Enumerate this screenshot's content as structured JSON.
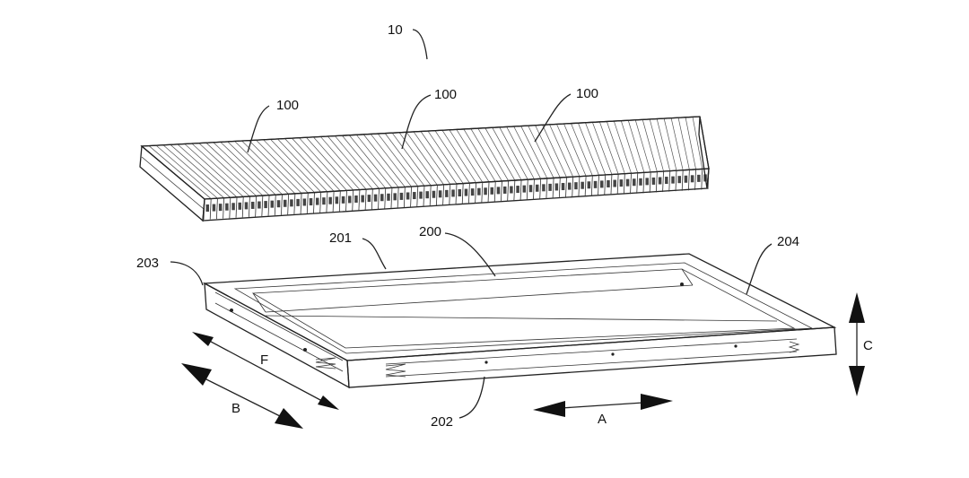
{
  "figure": {
    "labels": {
      "assembly": "10",
      "cell_left": "100",
      "cell_middle": "100",
      "cell_right": "100",
      "frame": "200",
      "frame_top_beam": "201",
      "frame_bottom_beam": "202",
      "frame_left_end": "203",
      "frame_right_end": "204"
    },
    "directions": {
      "length": "A",
      "width": "B",
      "height": "C",
      "inner_width": "F"
    },
    "colors": {
      "line": "#222222",
      "background": "#ffffff"
    }
  }
}
